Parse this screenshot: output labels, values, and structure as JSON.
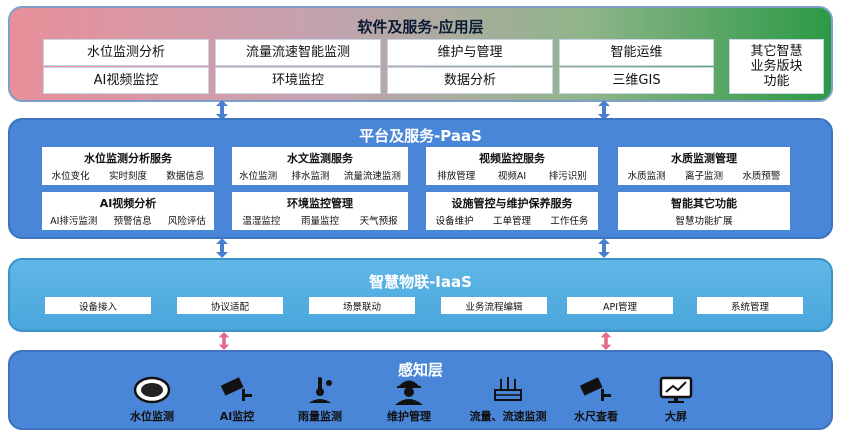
{
  "application_layer": {
    "title": "软件及服务-应用层",
    "items": [
      "水位监测分析",
      "流量流速智能监测",
      "维护与管理",
      "智能运维",
      "AI视频监控",
      "环境监控",
      "数据分析",
      "三维GIS"
    ],
    "other": "其它智慧\n业务版块\n功能"
  },
  "platform_layer": {
    "title": "平台及服务-PaaS",
    "panels": [
      {
        "title": "水位监测分析服务",
        "items": [
          "水位变化",
          "实时刻度",
          "数据信息"
        ]
      },
      {
        "title": "水文监测服务",
        "items": [
          "水位监测",
          "排水监测",
          "流量流速监测"
        ]
      },
      {
        "title": "视频监控服务",
        "items": [
          "排放管理",
          "视频AI",
          "排污识别"
        ]
      },
      {
        "title": "水质监测管理",
        "items": [
          "水质监测",
          "离子监测",
          "水质预警"
        ]
      },
      {
        "title": "AI视频分析",
        "items": [
          "AI排污监测",
          "预警信息",
          "风险评估"
        ]
      },
      {
        "title": "环境监控管理",
        "items": [
          "温湿监控",
          "雨量监控",
          "天气预报"
        ]
      },
      {
        "title": "设施管控与维护保养服务",
        "items": [
          "设备维护",
          "工单管理",
          "工作任务"
        ]
      },
      {
        "title": "智能其它功能",
        "items": [
          "智慧功能扩展"
        ]
      }
    ]
  },
  "iot_layer": {
    "title": "智慧物联-IaaS",
    "items": [
      "设备接入",
      "协议适配",
      "场景联动",
      "业务流程编辑",
      "API管理",
      "系统管理"
    ]
  },
  "perception_layer": {
    "title": "感知层",
    "sensors": [
      {
        "label": "水位监测",
        "icon": "water-level-sensor-icon"
      },
      {
        "label": "AI监控",
        "icon": "camera-icon"
      },
      {
        "label": "雨量监测",
        "icon": "rain-gauge-icon"
      },
      {
        "label": "维护管理",
        "icon": "worker-icon"
      },
      {
        "label": "流量、流速监测",
        "icon": "flow-meter-icon"
      },
      {
        "label": "水尺查看",
        "icon": "camera-icon"
      },
      {
        "label": "大屏",
        "icon": "monitor-icon"
      }
    ]
  },
  "colors": {
    "app_start": "#e88f9a",
    "app_end": "#2b9a45",
    "platform": "#4a86d8",
    "iot": "#4aa6dc",
    "perception": "#4a86d8",
    "arrow_blue": "#4a7fd0",
    "arrow_pink": "#e56b8a"
  }
}
